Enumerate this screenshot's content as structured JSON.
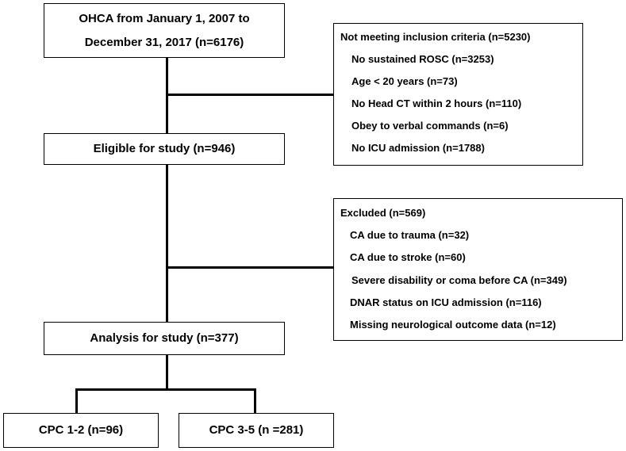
{
  "boxes": {
    "ohca": {
      "line1": "OHCA from January 1, 2007 to",
      "line2": "December 31, 2017 (n=6176)"
    },
    "eligible": {
      "label": "Eligible for study (n=946)"
    },
    "analysis": {
      "label": "Analysis for study (n=377)"
    },
    "cpc12": {
      "label": "CPC 1-2 (n=96)"
    },
    "cpc35": {
      "label": "CPC 3-5 (n =281)"
    }
  },
  "not_meeting": {
    "heading": "Not meeting inclusion criteria (n=5230)",
    "items": [
      "No sustained ROSC (n=3253)",
      "Age < 20 years (n=73)",
      "No Head CT within 2 hours (n=110)",
      "Obey to verbal commands (n=6)",
      "No ICU admission (n=1788)"
    ]
  },
  "excluded": {
    "heading": "Excluded (n=569)",
    "items": [
      "CA due to trauma (n=32)",
      "CA due to stroke (n=60)",
      "Severe disability or coma before CA (n=349)",
      "DNAR status on ICU admission (n=116)",
      "Missing neurological outcome data (n=12)"
    ]
  }
}
